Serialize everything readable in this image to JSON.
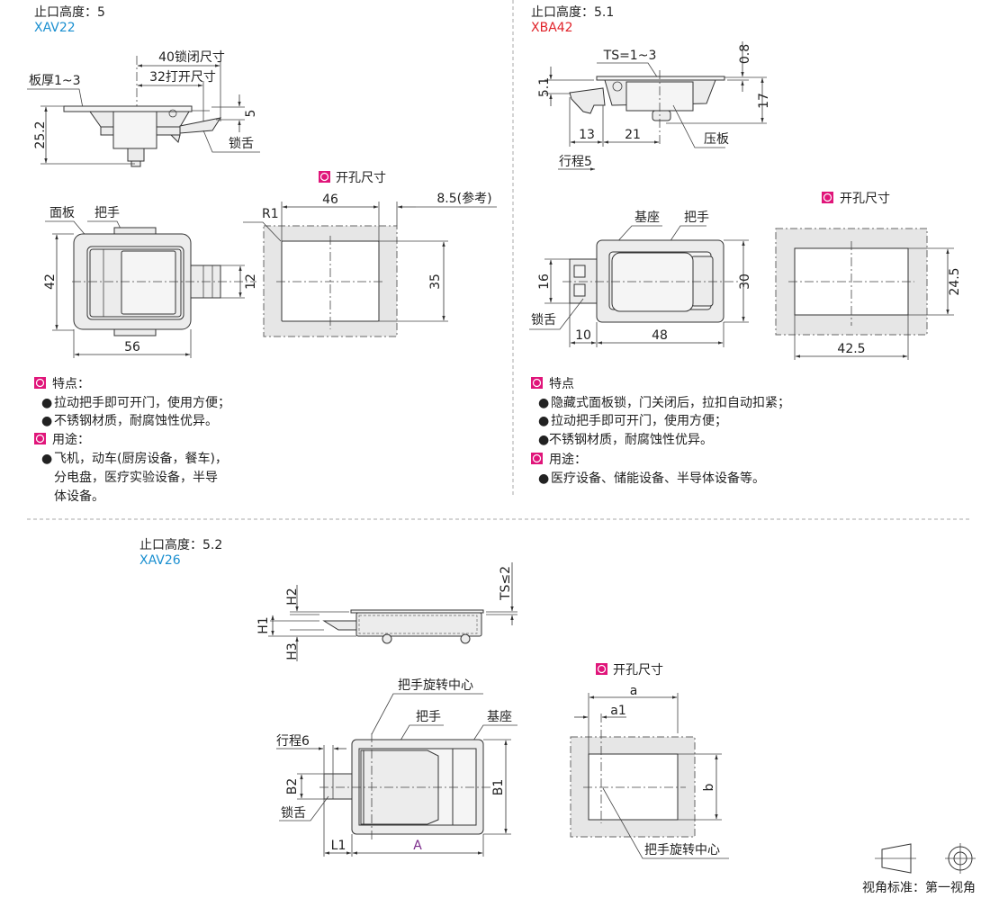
{
  "colors": {
    "model_blue": "#1a8fd0",
    "model_red": "#e0232a",
    "accent_magenta": "#e0157a",
    "dim_A_purple": "#7a2a8a"
  },
  "panel1": {
    "stop_height": "止口高度：5",
    "model": "XAV22",
    "labels": {
      "plate_thickness": "板厚1~3",
      "locked": "40锁闭尺寸",
      "open": "32打开尺寸",
      "tongue": "锁舌",
      "panel": "面板",
      "handle": "把手",
      "r1": "R1"
    },
    "dims": {
      "h5": "5",
      "h25": "25.2",
      "w42": "42",
      "t12": "12",
      "w56": "56",
      "c46": "46",
      "ref": "8.5(参考)",
      "c35": "35"
    },
    "cutout_title": "开孔尺寸",
    "features_title": "特点：",
    "features": [
      "拉动把手即可开门，使用方便；",
      "不锈钢材质，耐腐蚀性优异。"
    ],
    "uses_title": "用途：",
    "uses": [
      "飞机，动车(厨房设备，餐车)，",
      "分电盘，医疗实验设备，半导",
      "体设备。"
    ]
  },
  "panel2": {
    "stop_height": "止口高度：5.1",
    "model": "XBA42",
    "labels": {
      "ts": "TS=1~3",
      "pressure_plate": "压板",
      "stroke": "行程5",
      "base": "基座",
      "handle": "把手",
      "tongue": "锁舌"
    },
    "dims": {
      "d08": "0.8",
      "d17": "17",
      "d51": "5.1",
      "d13": "13",
      "d21": "21",
      "d16": "16",
      "d30": "30",
      "d10": "10",
      "d48": "48",
      "c245": "24.5",
      "c425": "42.5"
    },
    "cutout_title": "开孔尺寸",
    "features_title": "特点",
    "features": [
      "隐藏式面板锁，门关闭后，拉扣自动扣紧；",
      "拉动把手即可开门，使用方便；",
      "不锈钢材质，耐腐蚀性优异。"
    ],
    "uses_title": "用途：",
    "uses": [
      "医疗设备、储能设备、半导体设备等。"
    ]
  },
  "panel3": {
    "stop_height": "止口高度：5.2",
    "model": "XAV26",
    "labels": {
      "rotation_center": "把手旋转中心",
      "handle": "把手",
      "base": "基座",
      "stroke": "行程6",
      "tongue": "锁舌"
    },
    "dims": {
      "H2": "H2",
      "H1": "H1",
      "H3": "H3",
      "TS": "TS≤2",
      "B2": "B2",
      "B1": "B1",
      "L1": "L1",
      "A": "A",
      "a": "a",
      "a1": "a1",
      "b": "b"
    },
    "cutout_title": "开孔尺寸"
  },
  "view_standard": "视角标准：第一视角"
}
